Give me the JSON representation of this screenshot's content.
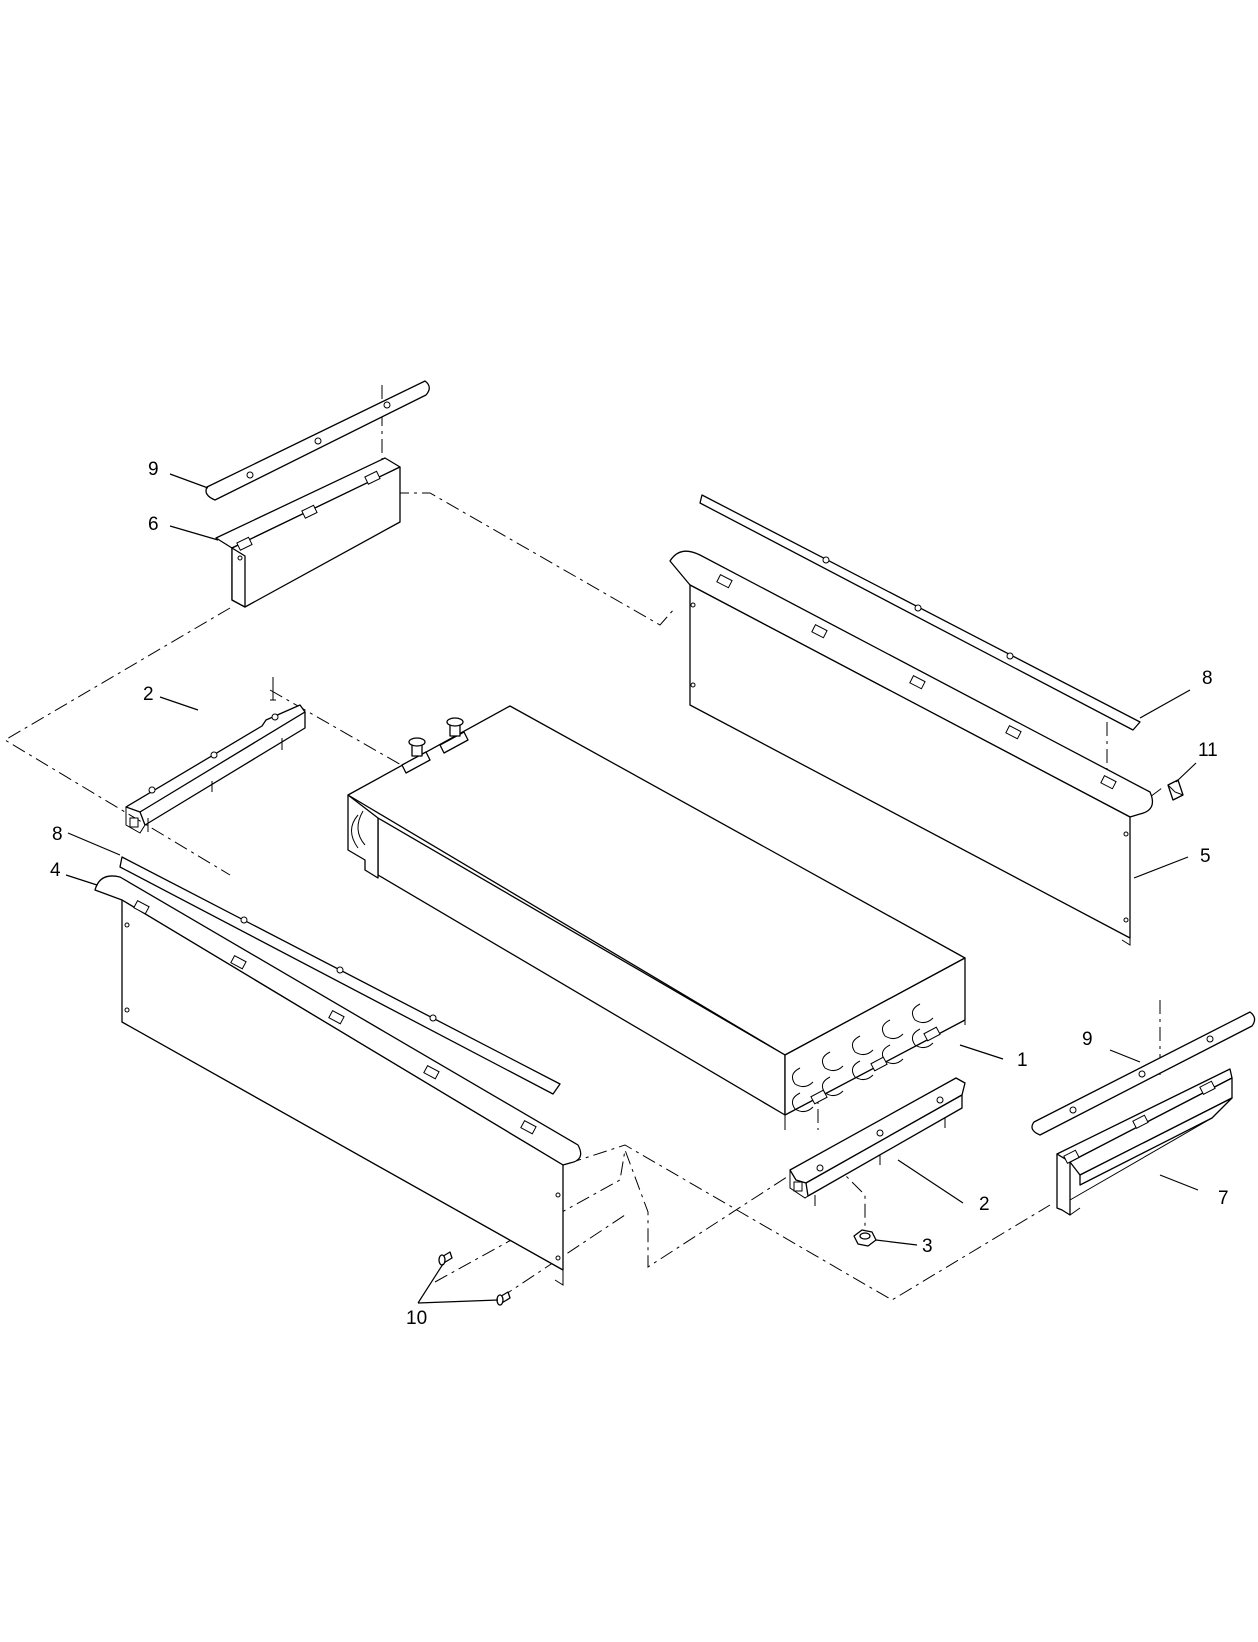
{
  "diagram": {
    "callouts": [
      "1",
      "2",
      "2",
      "3",
      "4",
      "5",
      "6",
      "7",
      "8",
      "8",
      "9",
      "9",
      "10",
      "11"
    ]
  }
}
